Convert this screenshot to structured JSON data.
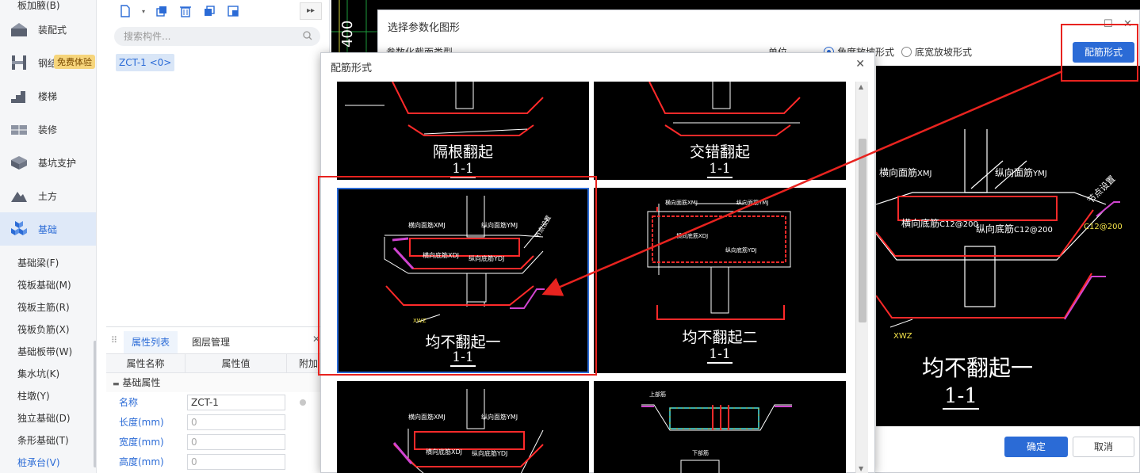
{
  "nav": {
    "top_item": "板加腋(B)",
    "badge": "免费体验",
    "items": [
      {
        "label": "装配式",
        "icon": "prefab-icon"
      },
      {
        "label": "钢结构",
        "icon": "steel-icon"
      },
      {
        "label": "楼梯",
        "icon": "stairs-icon"
      },
      {
        "label": "装修",
        "icon": "decoration-icon"
      },
      {
        "label": "基坑支护",
        "icon": "pit-support-icon"
      },
      {
        "label": "土方",
        "icon": "earthwork-icon"
      },
      {
        "label": "基础",
        "icon": "foundation-icon"
      }
    ],
    "sub_items": [
      "基础梁(F)",
      "筏板基础(M)",
      "筏板主筋(R)",
      "筏板负筋(X)",
      "基础板带(W)",
      "集水坑(K)",
      "柱墩(Y)",
      "独立基础(D)",
      "条形基础(T)",
      "桩承台(V)"
    ]
  },
  "components": {
    "search_placeholder": "搜索构件...",
    "selected": "ZCT-1 <0>"
  },
  "properties": {
    "tabs": [
      "属性列表",
      "图层管理"
    ],
    "columns": [
      "属性名称",
      "属性值",
      "附加"
    ],
    "group": "基础属性",
    "rows": [
      {
        "name": "名称",
        "value": "ZCT-1"
      },
      {
        "name": "长度(mm)",
        "value": "0"
      },
      {
        "name": "宽度(mm)",
        "value": "0"
      },
      {
        "name": "高度(mm)",
        "value": "0"
      }
    ]
  },
  "dialog_main": {
    "title": "选择参数化图形",
    "label_left": "参数化截面类型",
    "label_unit": "单位",
    "radio1": "角度放坡形式",
    "radio2": "底宽放坡形式",
    "rebar_button": "配筋形式",
    "ok": "确定",
    "cancel": "取消"
  },
  "dialog_rebar": {
    "title": "配筋形式",
    "tiles": [
      {
        "caption": "隔根翻起",
        "sub": "1-1"
      },
      {
        "caption": "交错翻起",
        "sub": "1-1"
      },
      {
        "caption": "均不翻起一",
        "sub": "1-1"
      },
      {
        "caption": "均不翻起二",
        "sub": "1-1"
      }
    ]
  },
  "cad": {
    "top_face": "横向面筋",
    "top_face_code": "XMJ",
    "top_long": "纵向面筋",
    "top_long_code": "YMJ",
    "bottom_face": "横向底筋",
    "bottom_face_code": "XDJ",
    "bottom_long": "纵向底筋",
    "bottom_long_code": "YDJ",
    "spacing1": "C12@200",
    "spacing2": "C12@200",
    "spacing3": "C12@200",
    "node": "节点设置",
    "xwz": "XWZ",
    "preview_caption": "均不翻起一",
    "preview_sub": "1-1",
    "small_top": "上部筋",
    "small_bottom": "下部筋",
    "dim": "400"
  }
}
